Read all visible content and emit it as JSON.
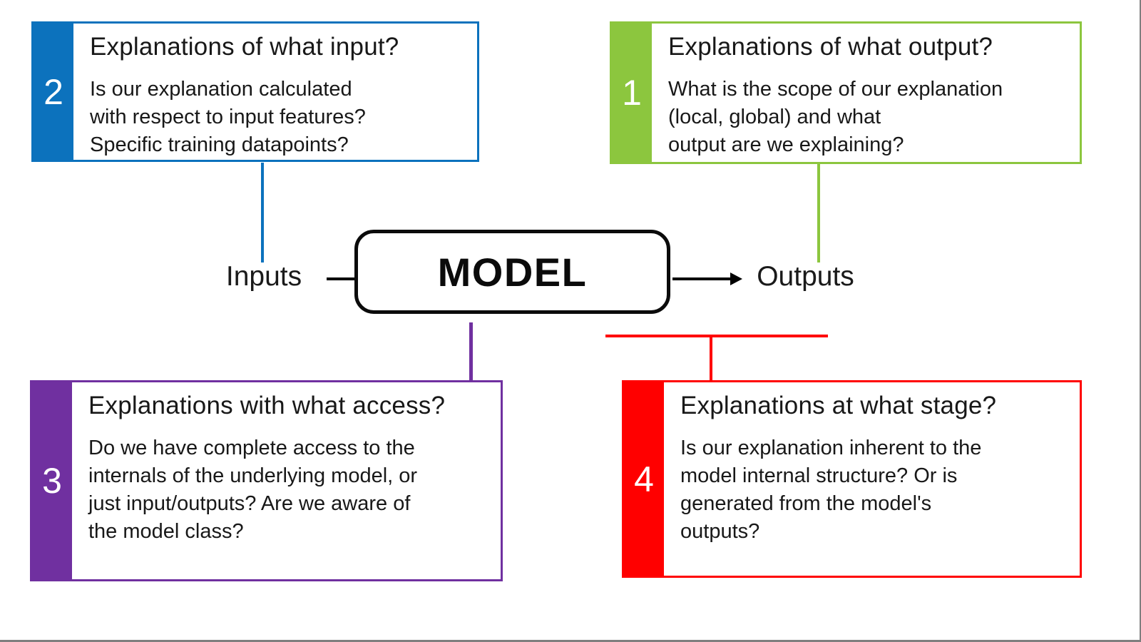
{
  "center": {
    "model_label": "MODEL",
    "inputs_label": "Inputs",
    "outputs_label": "Outputs",
    "flow_color": "#000000"
  },
  "boxes": [
    {
      "number": "1",
      "position": "top-right",
      "color": "#8cc63e",
      "title": "Explanations of what output?",
      "body": [
        "What is the scope of our explanation",
        "(local, global) and what",
        "output are we explaining?"
      ]
    },
    {
      "number": "2",
      "position": "top-left",
      "color": "#0c72bd",
      "title": "Explanations of what input?",
      "body": [
        "Is our explanation calculated",
        "with respect to input features?",
        "Specific training datapoints?"
      ]
    },
    {
      "number": "3",
      "position": "bottom-left",
      "color": "#7030a0",
      "title": "Explanations with what access?",
      "body": [
        "Do we have complete access to the",
        "internals of the underlying model, or",
        "just input/outputs? Are we aware of",
        "the model class?"
      ]
    },
    {
      "number": "4",
      "position": "bottom-right",
      "color": "#ff0000",
      "title": "Explanations at what stage?",
      "body": [
        "Is our explanation inherent to the",
        "model internal structure? Or is",
        "generated from the model's",
        "outputs?"
      ]
    }
  ],
  "connectors": {
    "output_box_line": "#8cc63e",
    "input_box_line": "#0c72bd",
    "access_box_line": "#7030a0",
    "stage_box_line_h": "#ff0000",
    "stage_box_line_v": "#ff0000"
  },
  "frame": {
    "edge_color": "#7f7f7f"
  }
}
